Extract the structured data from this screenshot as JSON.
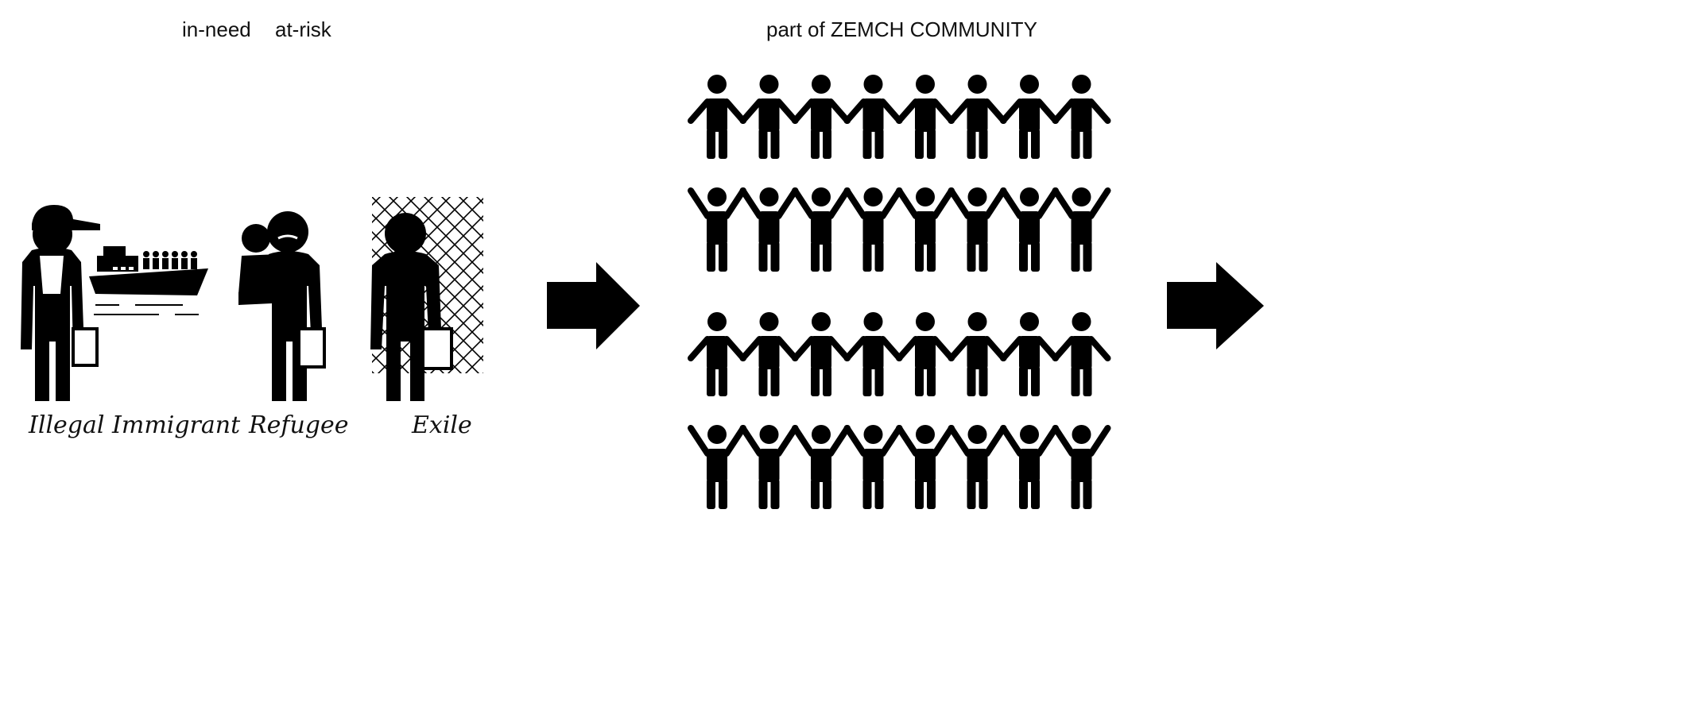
{
  "header": {
    "in_need": "in-need",
    "at_risk": "at-risk",
    "community": "part of ZEMCH COMMUNITY"
  },
  "captions": {
    "illegal_immigrant": "Illegal Immigrant",
    "refugee": "Refugee",
    "exile": "Exile"
  },
  "icons": {
    "illegal_immigrant": "illegal-immigrant-pictogram",
    "refugee": "refugee-pictogram",
    "exile": "exile-pictogram",
    "arrow": "right-arrow",
    "community": "chain-of-people-pictogram"
  },
  "community": {
    "rows": 4,
    "people_per_row": 8,
    "row_styles": [
      "hands-down",
      "hands-up",
      "hands-down",
      "hands-up"
    ]
  },
  "colors": {
    "ink": "#000000",
    "background": "#ffffff"
  }
}
